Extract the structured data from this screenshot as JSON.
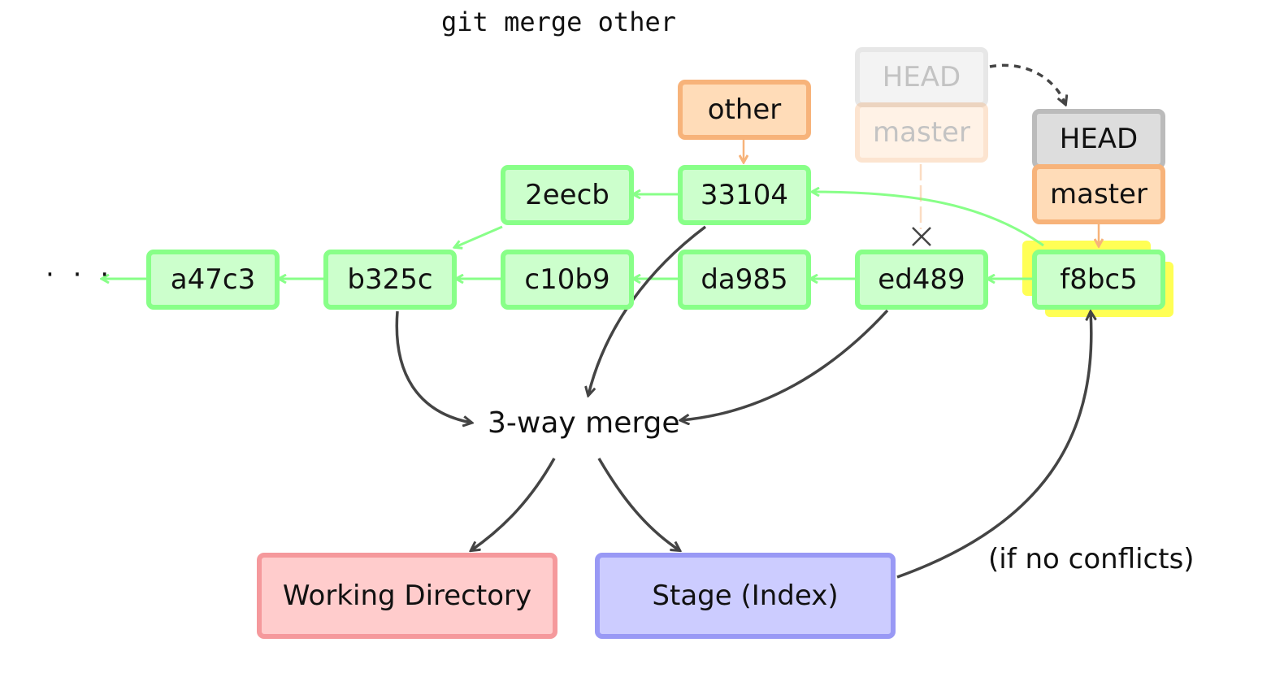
{
  "title": "git merge other",
  "ellipsis": "· · ·",
  "commits": {
    "a47c3": "a47c3",
    "b325c": "b325c",
    "c10b9": "c10b9",
    "da985": "da985",
    "ed489": "ed489",
    "f8bc5": "f8bc5",
    "2eecb": "2eecb",
    "33104": "33104"
  },
  "refs": {
    "other": "other",
    "old_head": "HEAD",
    "old_master": "master",
    "new_head": "HEAD",
    "new_master": "master"
  },
  "merge_label": "3-way merge",
  "working_directory": "Working Directory",
  "stage": "Stage (Index)",
  "condition": "(if no conflicts)",
  "colors": {
    "commit_fill": "#ccffcc",
    "commit_border": "#88ff88",
    "branch_fill": "#ffdcb8",
    "branch_border": "#f7b37a",
    "head_fill": "#dddddd",
    "head_border": "#bbbbbb",
    "highlight": "#ffff55",
    "working_fill": "#ffcccc",
    "stage_fill": "#ccccff",
    "arrow_dark": "#444444"
  }
}
